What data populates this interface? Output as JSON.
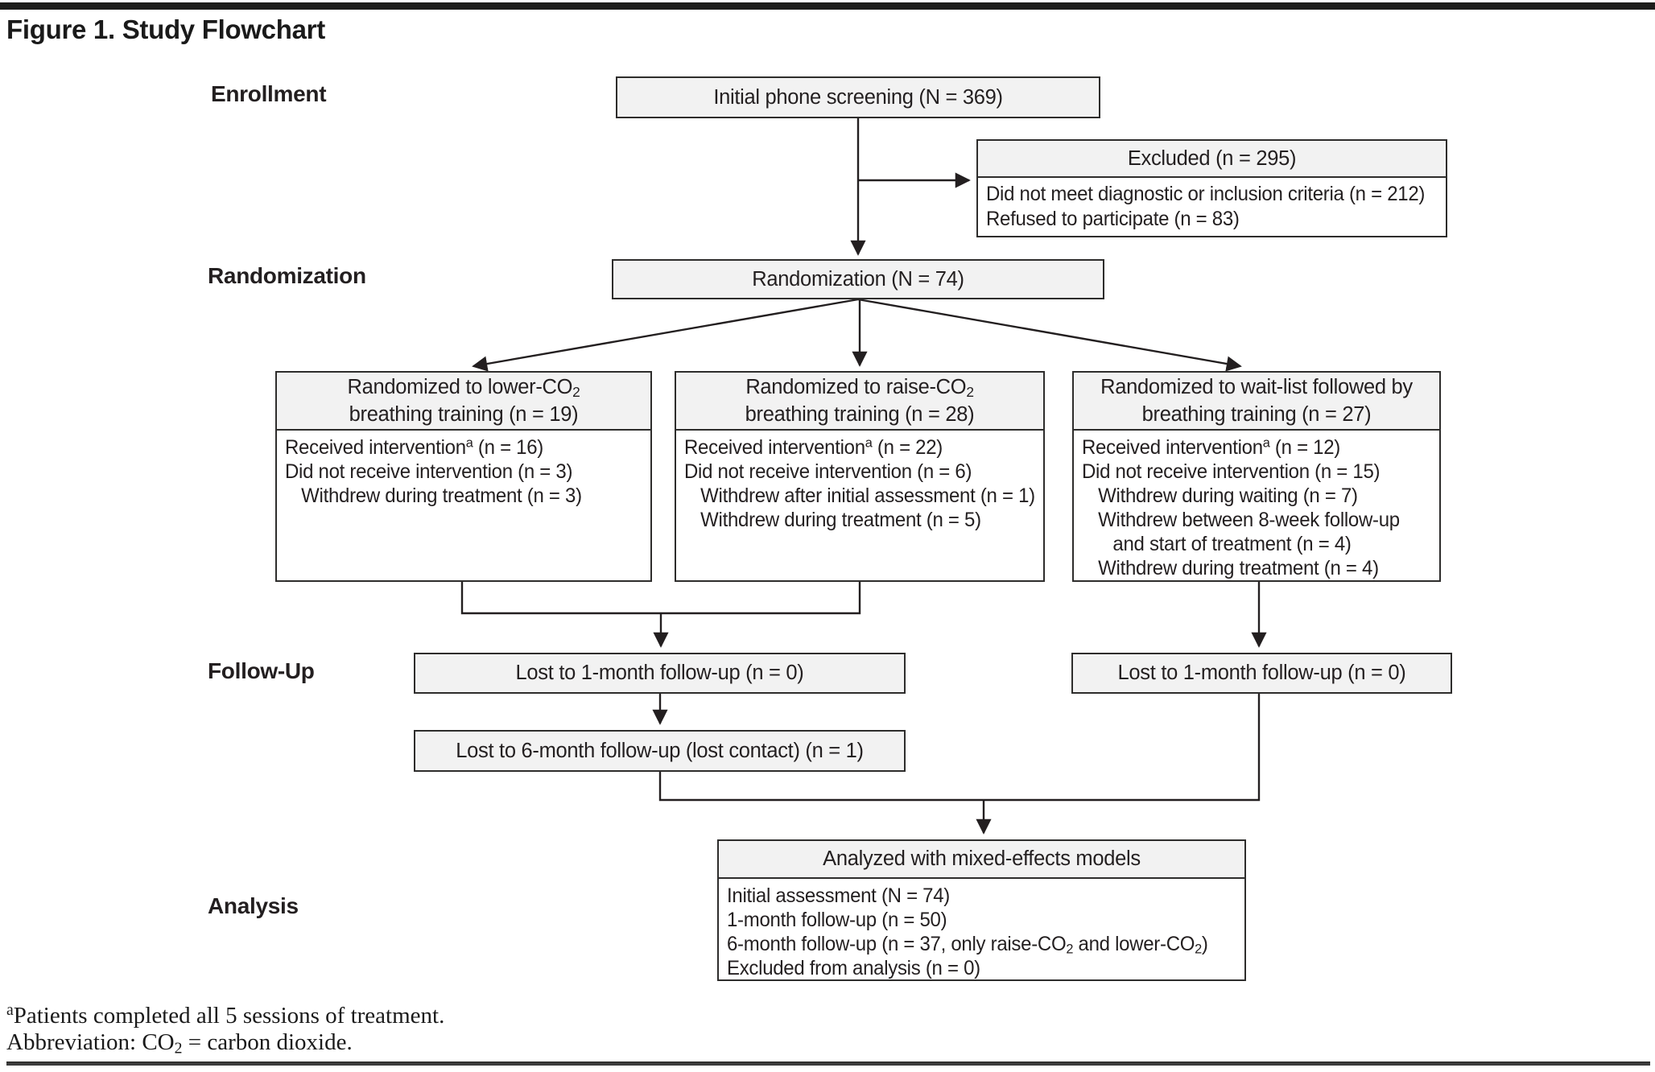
{
  "figure": {
    "title": "Figure 1. Study Flowchart",
    "stage_labels": {
      "enrollment": "Enrollment",
      "randomization": "Randomization",
      "followup": "Follow-Up",
      "analysis": "Analysis"
    },
    "boxes": {
      "screening": {
        "title": "Initial phone screening (N = 369)"
      },
      "excluded": {
        "title": "Excluded (n = 295)",
        "lines": [
          "Did not meet diagnostic or inclusion criteria (n = 212)",
          "Refused to participate (n = 83)"
        ]
      },
      "randomization": {
        "title": "Randomization (N = 74)"
      },
      "group_lower": {
        "title_line1": "Randomized to lower-CO~2~",
        "title_line2": "breathing training (n = 19)",
        "lines": [
          "Received intervention^a^ (n = 16)",
          "Did not receive intervention (n = 3)",
          "Withdrew during treatment (n = 3)"
        ]
      },
      "group_raise": {
        "title_line1": "Randomized to raise-CO~2~",
        "title_line2": "breathing training (n = 28)",
        "lines": [
          "Received intervention^a^ (n = 22)",
          "Did not receive intervention (n = 6)",
          "Withdrew after initial assessment (n = 1)",
          "Withdrew during treatment (n = 5)"
        ]
      },
      "group_waitlist": {
        "title_line1": "Randomized to wait-list followed by",
        "title_line2": "breathing training (n = 27)",
        "lines": [
          "Received intervention^a^ (n = 12)",
          "Did not receive intervention (n = 15)",
          "Withdrew during waiting (n = 7)",
          "Withdrew between 8-week follow-up",
          "and start of treatment (n = 4)",
          "Withdrew during treatment (n = 4)"
        ]
      },
      "lost_1month_left": {
        "title": "Lost to 1-month follow-up (n = 0)"
      },
      "lost_1month_right": {
        "title": "Lost to 1-month follow-up (n = 0)"
      },
      "lost_6month": {
        "title": "Lost to 6-month follow-up (lost contact) (n = 1)"
      },
      "analyzed": {
        "title": "Analyzed with mixed-effects models",
        "lines": [
          "Initial assessment (N = 74)",
          "1-month follow-up (n = 50)",
          "6-month follow-up (n = 37, only raise-CO~2~ and lower-CO~2~)",
          "Excluded from analysis (n = 0)"
        ]
      }
    },
    "footnotes": [
      "^a^Patients completed all 5 sessions of treatment.",
      "Abbreviation: CO~2~ = carbon dioxide."
    ],
    "colors": {
      "box_fill": "#f2f2f2",
      "border": "#2e2d2c",
      "text": "#231f20"
    }
  }
}
